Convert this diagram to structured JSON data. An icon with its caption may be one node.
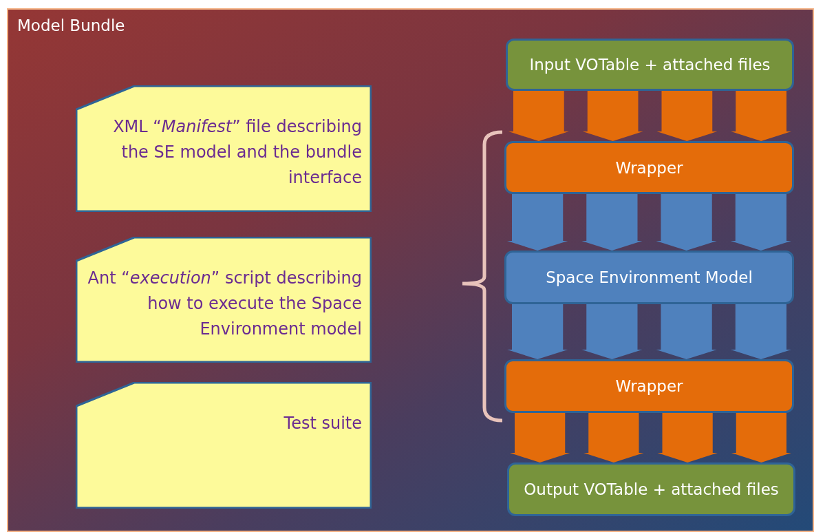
{
  "diagram": {
    "nodes": [
      {
        "text": [
          "Model Bundle"
        ]
      },
      {
        "text": [
          "XML “*Manifest*” file describing the SE model and the bundle interface"
        ],
        "in": 0
      },
      {
        "text": [
          "Ant “*execution*” script describing how to execute the Space Environment model"
        ],
        "in": 0
      },
      {
        "text": [
          "Test suite"
        ],
        "in": 0
      },
      {
        "text": [
          "Input VOTable + attached files"
        ],
        "in": 0
      },
      {
        "text": [
          "Wrapper"
        ],
        "in": 0
      },
      {
        "text": [
          "Space Environment Model"
        ],
        "in": 0
      },
      {
        "text": [
          "Wrapper"
        ],
        "in": 0
      },
      {
        "text": [
          "Output VOTable + attached files"
        ],
        "in": 0
      }
    ],
    "edges": [
      {
        "from": 4,
        "to": 5,
        "arrow": "to",
        "color": "#e46c0a"
      },
      {
        "from": 4,
        "to": 5,
        "arrow": "to",
        "color": "#e46c0a"
      },
      {
        "from": 4,
        "to": 5,
        "arrow": "to",
        "color": "#e46c0a"
      },
      {
        "from": 4,
        "to": 5,
        "arrow": "to",
        "color": "#e46c0a"
      },
      {
        "from": 5,
        "to": 6,
        "arrow": "to",
        "color": "#4f81bd"
      },
      {
        "from": 5,
        "to": 6,
        "arrow": "to",
        "color": "#4f81bd"
      },
      {
        "from": 5,
        "to": 6,
        "arrow": "to",
        "color": "#4f81bd"
      },
      {
        "from": 5,
        "to": 6,
        "arrow": "to",
        "color": "#4f81bd"
      },
      {
        "from": 6,
        "to": 7,
        "arrow": "to",
        "color": "#4f81bd"
      },
      {
        "from": 6,
        "to": 7,
        "arrow": "to",
        "color": "#4f81bd"
      },
      {
        "from": 6,
        "to": 7,
        "arrow": "to",
        "color": "#4f81bd"
      },
      {
        "from": 6,
        "to": 7,
        "arrow": "to",
        "color": "#4f81bd"
      },
      {
        "from": 7,
        "to": 8,
        "arrow": "to",
        "color": "#e46c0a"
      },
      {
        "from": 7,
        "to": 8,
        "arrow": "to",
        "color": "#e46c0a"
      },
      {
        "from": 7,
        "to": 8,
        "arrow": "to",
        "color": "#e46c0a"
      },
      {
        "from": 7,
        "to": 8,
        "arrow": "to",
        "color": "#e46c0a"
      }
    ]
  }
}
